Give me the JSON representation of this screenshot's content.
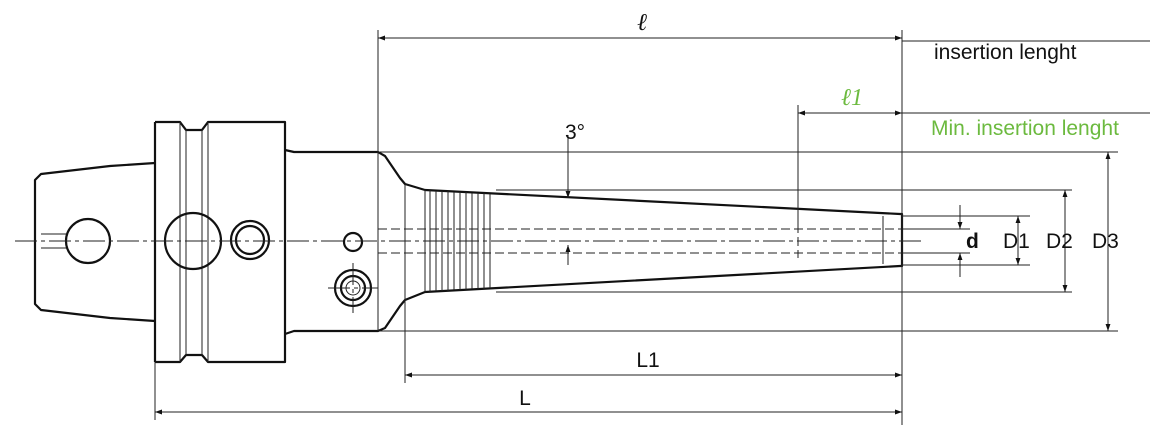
{
  "labels": {
    "ell": "ℓ",
    "insertion_length": "insertion lenght",
    "ell1": "ℓ1",
    "min_insertion_length": "Min. insertion lenght",
    "angle": "3°",
    "d": "d",
    "D1": "D1",
    "D2": "D2",
    "D3": "D3",
    "L1": "L1",
    "L": "L"
  },
  "colors": {
    "line": "#111111",
    "accent_green": "#6cba3f"
  }
}
